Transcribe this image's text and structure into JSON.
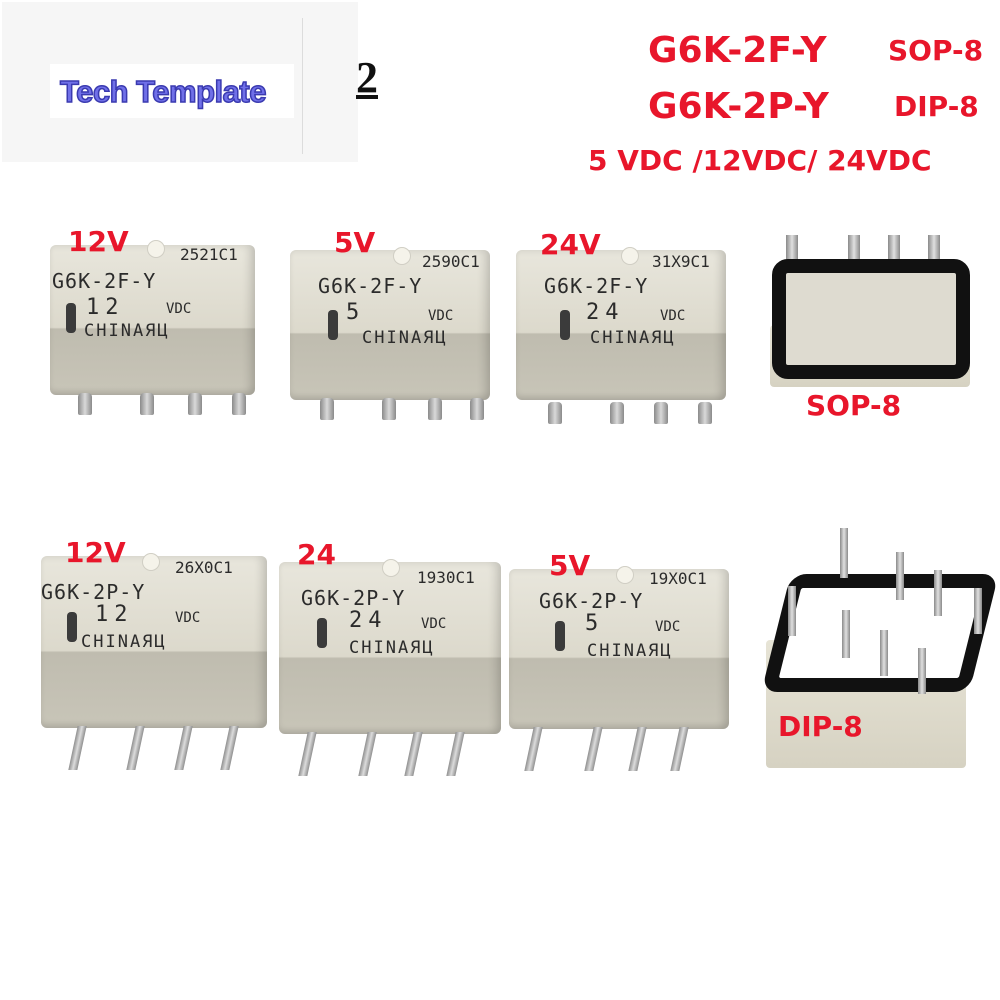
{
  "logo": {
    "text": "Tech Template",
    "stray_glyph": "2"
  },
  "header": {
    "model_sop": "G6K-2F-Y",
    "package_sop": "SOP-8",
    "model_dip": "G6K-2P-Y",
    "package_dip": "DIP-8",
    "voltages": "5 VDC /12VDC/ 24VDC"
  },
  "colors": {
    "accent_red": "#e8162b",
    "logo_blue": "#7070e8",
    "relay_body": "#e0ddd1"
  },
  "relays_row1": [
    {
      "label": "12V",
      "code": "2521C1",
      "model": "G6K-2F-Y",
      "voltage": "12",
      "unit": "VDC",
      "origin": "CHINAЯЦ"
    },
    {
      "label": "5V",
      "code": "2590C1",
      "model": "G6K-2F-Y",
      "voltage": "5",
      "unit": "VDC",
      "origin": "CHINAЯЦ"
    },
    {
      "label": "24V",
      "code": "31X9C1",
      "model": "G6K-2F-Y",
      "voltage": "24",
      "unit": "VDC",
      "origin": "CHINAЯЦ"
    }
  ],
  "relays_row2": [
    {
      "label": "12V",
      "code": "26X0C1",
      "model": "G6K-2P-Y",
      "voltage": "12",
      "unit": "VDC",
      "origin": "CHINAЯЦ"
    },
    {
      "label": "24",
      "code": "1930C1",
      "model": "G6K-2P-Y",
      "voltage": "24",
      "unit": "VDC",
      "origin": "CHINAЯЦ"
    },
    {
      "label": "5V",
      "code": "19X0C1",
      "model": "G6K-2P-Y",
      "voltage": "5",
      "unit": "VDC",
      "origin": "CHINAЯЦ"
    }
  ],
  "package_views": {
    "sop_label": "SOP-8",
    "dip_label": "DIP-8"
  }
}
